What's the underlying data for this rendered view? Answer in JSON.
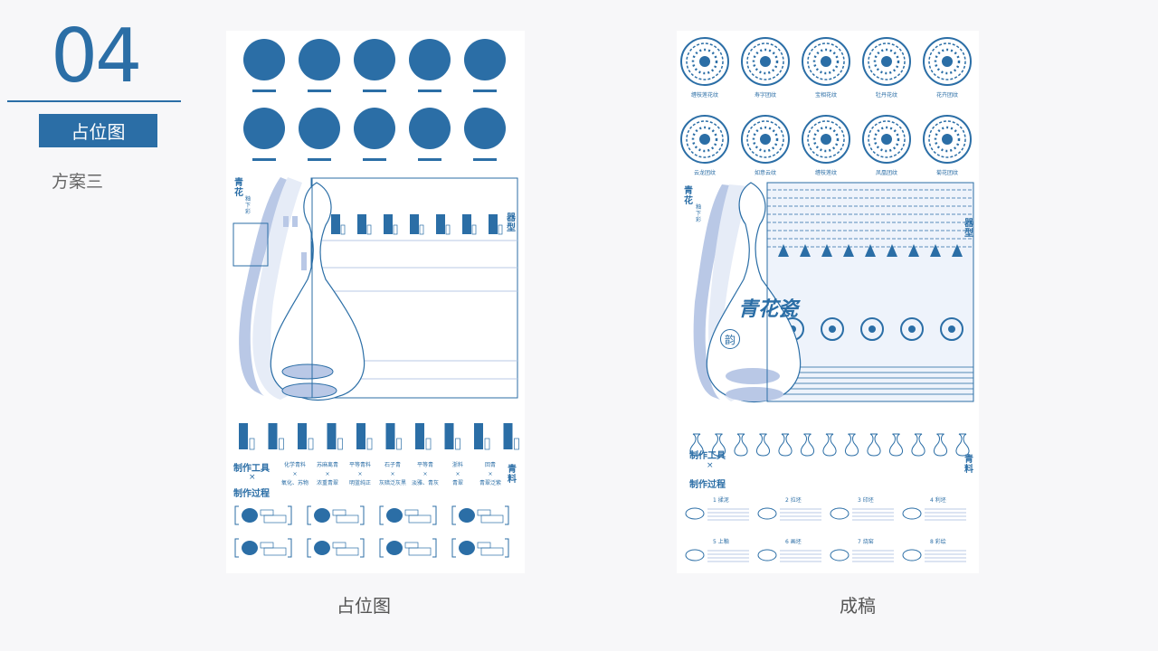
{
  "section": {
    "number": "04",
    "tag": "占位图",
    "subtitle": "方案三"
  },
  "captions": {
    "left": "占位图",
    "right": "成稿"
  },
  "theme": {
    "accent": "#2b6ea6",
    "light": "#b9c8e6"
  },
  "placeholder": {
    "title_vertical": "青花",
    "sub_vertical": "釉下彩",
    "shape_label": "器型",
    "tools_label": "制作工具",
    "x_label": "×",
    "process_label": "制作过程",
    "pigment_label": "青料",
    "tools": [
      {
        "name": "化学青料",
        "desc": "氧化、苏物"
      },
      {
        "name": "苏麻离青",
        "desc": "浓重青翠"
      },
      {
        "name": "平等青料",
        "desc": "明蓝纯正"
      },
      {
        "name": "石子青",
        "desc": "灰暗泛灰黑"
      },
      {
        "name": "平等青",
        "desc": "淡雅、青灰"
      },
      {
        "name": "浙料",
        "desc": "青翠"
      },
      {
        "name": "回青",
        "desc": "青翠泛紫"
      }
    ]
  },
  "final": {
    "pattern_names_row1": [
      "缠枝莲花纹",
      "寿字团纹",
      "宝相花纹",
      "牡丹花纹",
      "花卉团纹"
    ],
    "pattern_names_row2": [
      "云龙团纹",
      "如意云纹",
      "缠枝莲纹",
      "凤凰团纹",
      "菊花团纹"
    ],
    "title_vertical": "青花",
    "sub_vertical": "釉下彩",
    "art_title": "青花瓷",
    "art_seal": "韵",
    "shape_label": "器型",
    "tools_label": "制作工具",
    "x_label": "×",
    "process_label": "制作过程",
    "pigment_label": "青料",
    "steps": [
      "1 揉泥",
      "2 拉坯",
      "3 印坯",
      "4 利坯",
      "5 上釉",
      "6 画坯",
      "7 烧窑",
      "8 彩绘"
    ]
  }
}
